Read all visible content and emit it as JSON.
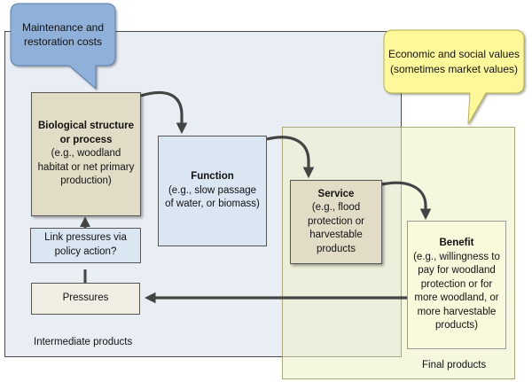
{
  "regions": {
    "intermediate_label": "Intermediate products",
    "final_label": "Final products"
  },
  "callouts": {
    "costs": "Maintenance and restoration costs",
    "values": "Economic and social values (sometimes market values)"
  },
  "boxes": {
    "biological": {
      "title": "Biological structure or process",
      "detail": "(e.g., woodland habitat or net primary production)"
    },
    "function": {
      "title": "Function",
      "detail": "(e.g., slow passage of water, or biomass)"
    },
    "service": {
      "title": "Service",
      "detail": "(e.g., flood protection or harvestable products"
    },
    "benefit": {
      "title": "Benefit",
      "detail": "(e.g., willingness to pay for woodland protection or for more woodland, or more harvestable products)"
    },
    "link": {
      "text": "Link pressures via policy action?"
    },
    "pressures": {
      "text": "Pressures"
    }
  },
  "colors": {
    "costs_callout": "#8fb0d9",
    "values_callout": "#fdf89a",
    "arrow": "#444444"
  }
}
